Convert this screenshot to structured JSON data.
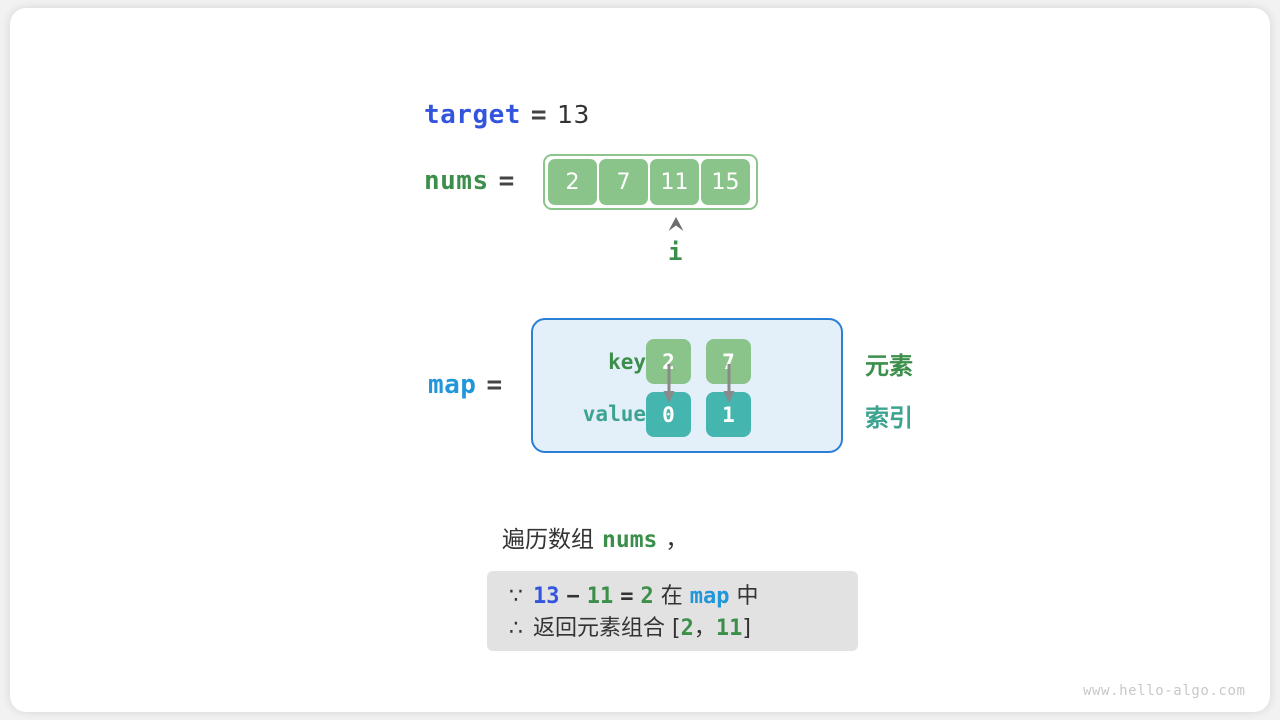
{
  "diagram": {
    "title": "two-sum hash map walkthrough",
    "target": {
      "name": "target",
      "eq": "=",
      "value": "13"
    },
    "nums": {
      "name": "nums",
      "eq": "=",
      "cells": [
        "2",
        "7",
        "11",
        "15"
      ],
      "pointer": {
        "label": "i",
        "index": 2,
        "arrow_icon": "up-caret-icon"
      }
    },
    "map": {
      "name": "map",
      "eq": "=",
      "key_label": "key",
      "value_label": "value",
      "entries": [
        {
          "key": "2",
          "value": "0"
        },
        {
          "key": "7",
          "value": "1"
        }
      ],
      "arrow_icon": "down-arrow-icon"
    },
    "legend": {
      "element": "元素",
      "index": "索引"
    },
    "caption": {
      "prefix": "遍历数组",
      "code": "nums",
      "suffix": "，"
    },
    "conclusion": {
      "line1": {
        "symbol": "∵",
        "a": "13",
        "minus": "−",
        "b": "11",
        "eq": "=",
        "c": "2",
        "mid": "在",
        "map": "map",
        "tail": "中"
      },
      "line2": {
        "symbol": "∴",
        "text": "返回元素组合",
        "bracket_open": "[",
        "a": "2",
        "comma": "，",
        "b": "11",
        "bracket_close": "]"
      }
    },
    "watermark": "www.hello-algo.com"
  },
  "colors": {
    "target_blue": "#3355dd",
    "nums_green": "#3b8f4a",
    "map_blue": "#2196d9",
    "value_teal": "#3da391",
    "cell_green": "#8bc48b",
    "cell_teal": "#45b5b0",
    "map_panel_bg": "#e3eff9",
    "map_panel_border": "#2b7fd4",
    "conclusion_bg": "#e2e2e2",
    "watermark_gray": "#c8c8c8"
  }
}
